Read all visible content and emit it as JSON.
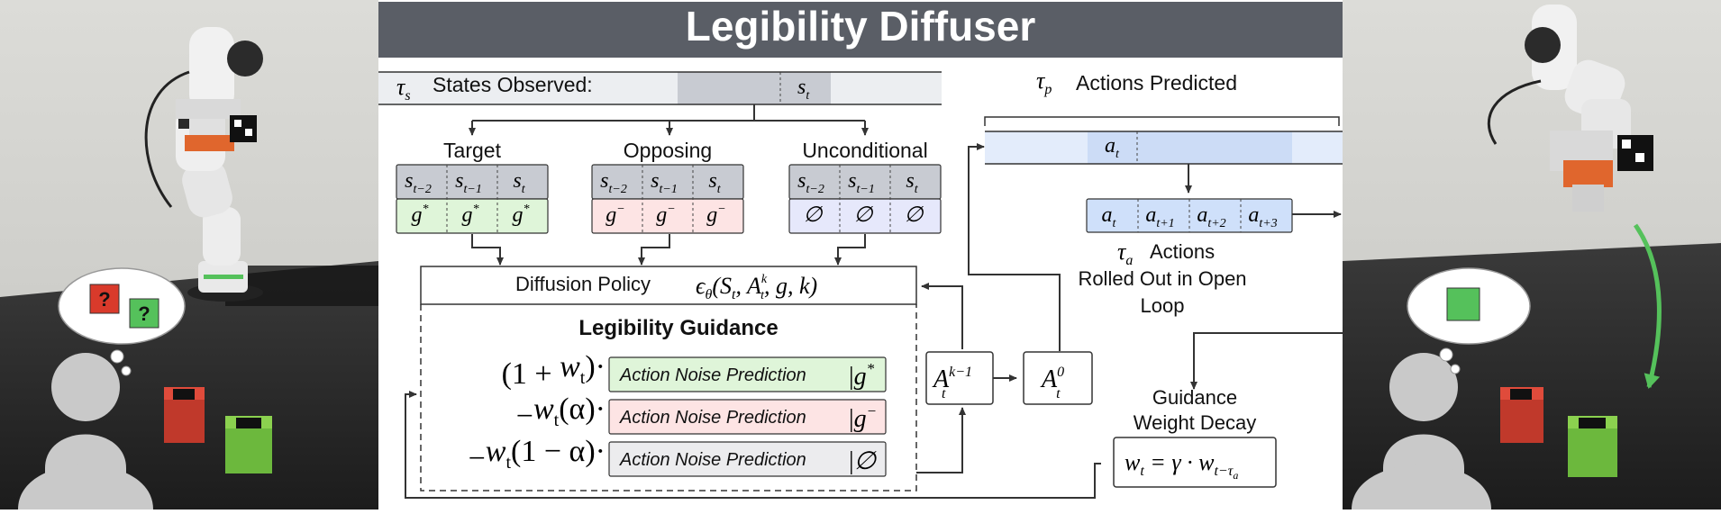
{
  "title": "Legibility Diffuser",
  "states_row": {
    "symbol": "τ",
    "sub": "s",
    "label": "States Observed:",
    "cell": "s",
    "cell_sub": "t"
  },
  "predicted": {
    "symbol": "τ",
    "sub": "p",
    "label": "Actions Predicted",
    "cell": "a",
    "cell_sub": "t"
  },
  "branches": [
    {
      "title": "Target",
      "states": [
        [
          "s",
          "t−2"
        ],
        [
          "s",
          "t−1"
        ],
        [
          "s",
          "t"
        ]
      ],
      "goals": [
        [
          "g",
          "*"
        ],
        [
          "g",
          "*"
        ],
        [
          "g",
          "*"
        ]
      ],
      "goal_fill": "#dff5d9"
    },
    {
      "title": "Opposing",
      "states": [
        [
          "s",
          "t−2"
        ],
        [
          "s",
          "t−1"
        ],
        [
          "s",
          "t"
        ]
      ],
      "goals": [
        [
          "g",
          "−"
        ],
        [
          "g",
          "−"
        ],
        [
          "g",
          "−"
        ]
      ],
      "goal_fill": "#fde4e4"
    },
    {
      "title": "Unconditional",
      "states": [
        [
          "s",
          "t−2"
        ],
        [
          "s",
          "t−1"
        ],
        [
          "s",
          "t"
        ]
      ],
      "goals": [
        [
          "∅",
          ""
        ],
        [
          "∅",
          ""
        ],
        [
          "∅",
          ""
        ]
      ],
      "goal_fill": "#e6e8fb"
    }
  ],
  "policy": {
    "label": "Diffusion Policy",
    "formula": "ϵθ(St, A, g, k)"
  },
  "guidance": {
    "title": "Legibility Guidance",
    "rows": [
      {
        "coef": "(1 + wt)·",
        "label": "Action Noise Prediction",
        "cond": "|g*",
        "fill": "#dff5d9"
      },
      {
        "coef": "−wt(α)·",
        "label": "Action Noise Prediction",
        "cond": "|g−",
        "fill": "#fde4e4"
      },
      {
        "coef": "−wt(1 − α)·",
        "label": "Action Noise Prediction",
        "cond": "|∅",
        "fill": "#ececee"
      }
    ]
  },
  "a_prev": "A t k−1",
  "a_zero": "A t 0",
  "rollout": {
    "cells": [
      [
        "a",
        "t"
      ],
      [
        "a",
        "t+1"
      ],
      [
        "a",
        "t+2"
      ],
      [
        "a",
        "t+3"
      ]
    ],
    "symbol": "τ",
    "sub": "a",
    "line1": "Actions",
    "line2": "Rolled Out in Open",
    "line3": "Loop"
  },
  "decay": {
    "line1": "Guidance",
    "line2": "Weight Decay",
    "formula": "wt = γ · wt−τa"
  },
  "thought_left": [
    "?",
    "?"
  ],
  "colors": {
    "title_bar": "#5a5e66",
    "state_gray": "#c8cbd2",
    "predicted_blue": "#ccdcf6",
    "rollout_blue": "#cfe0fa",
    "robot_green": "#55c15b",
    "red_block": "#c0392b"
  }
}
